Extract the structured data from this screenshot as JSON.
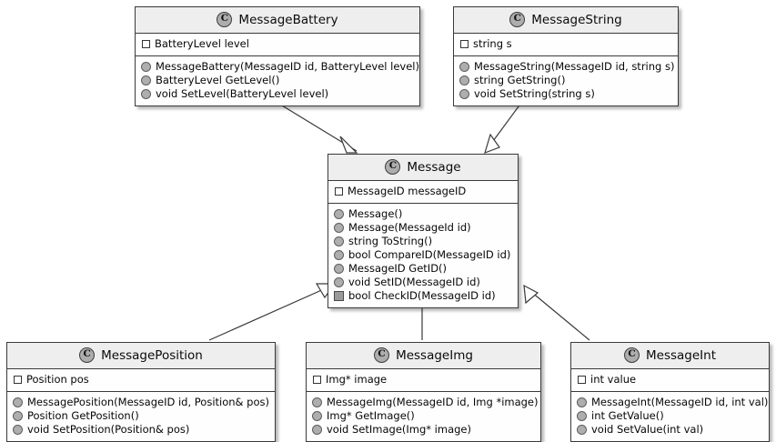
{
  "diagram": {
    "kind": "uml-class-diagram",
    "type_icon_letter": "C",
    "classes": [
      {
        "id": "message-battery",
        "name": "MessageBattery",
        "fields": [
          {
            "visibility": "private",
            "text": "BatteryLevel level"
          }
        ],
        "methods": [
          {
            "visibility": "public",
            "text": "MessageBattery(MessageID id, BatteryLevel level)"
          },
          {
            "visibility": "public",
            "text": "BatteryLevel GetLevel()"
          },
          {
            "visibility": "public",
            "text": "void SetLevel(BatteryLevel level)"
          }
        ]
      },
      {
        "id": "message-string",
        "name": "MessageString",
        "fields": [
          {
            "visibility": "private",
            "text": "string s"
          }
        ],
        "methods": [
          {
            "visibility": "public",
            "text": "MessageString(MessageID id, string s)"
          },
          {
            "visibility": "public",
            "text": "string GetString()"
          },
          {
            "visibility": "public",
            "text": "void SetString(string s)"
          }
        ]
      },
      {
        "id": "message",
        "name": "Message",
        "fields": [
          {
            "visibility": "private",
            "text": "MessageID messageID"
          }
        ],
        "methods": [
          {
            "visibility": "public",
            "text": "Message()"
          },
          {
            "visibility": "public",
            "text": "Message(MessageId id)"
          },
          {
            "visibility": "public",
            "text": "string ToString()"
          },
          {
            "visibility": "public",
            "text": "bool CompareID(MessageID id)"
          },
          {
            "visibility": "public",
            "text": "MessageID GetID()"
          },
          {
            "visibility": "public",
            "text": "void SetID(MessageID id)"
          },
          {
            "visibility": "protected",
            "text": "bool CheckID(MessageID id)"
          }
        ]
      },
      {
        "id": "message-position",
        "name": "MessagePosition",
        "fields": [
          {
            "visibility": "private",
            "text": "Position pos"
          }
        ],
        "methods": [
          {
            "visibility": "public",
            "text": "MessagePosition(MessageID id, Position& pos)"
          },
          {
            "visibility": "public",
            "text": "Position GetPosition()"
          },
          {
            "visibility": "public",
            "text": "void SetPosition(Position& pos)"
          }
        ]
      },
      {
        "id": "message-img",
        "name": "MessageImg",
        "fields": [
          {
            "visibility": "private",
            "text": "Img* image"
          }
        ],
        "methods": [
          {
            "visibility": "public",
            "text": "MessageImg(MessageID id, Img *image)"
          },
          {
            "visibility": "public",
            "text": "Img* GetImage()"
          },
          {
            "visibility": "public",
            "text": "void SetImage(Img* image)"
          }
        ]
      },
      {
        "id": "message-int",
        "name": "MessageInt",
        "fields": [
          {
            "visibility": "private",
            "text": "int value"
          }
        ],
        "methods": [
          {
            "visibility": "public",
            "text": "MessageInt(MessageID id, int val)"
          },
          {
            "visibility": "public",
            "text": "int GetValue()"
          },
          {
            "visibility": "public",
            "text": "void SetValue(int val)"
          }
        ]
      }
    ],
    "relationships": [
      {
        "from": "MessageBattery",
        "to": "Message",
        "type": "generalization"
      },
      {
        "from": "MessageString",
        "to": "Message",
        "type": "generalization"
      },
      {
        "from": "MessagePosition",
        "to": "Message",
        "type": "generalization"
      },
      {
        "from": "MessageImg",
        "to": "Message",
        "type": "generalization"
      },
      {
        "from": "MessageInt",
        "to": "Message",
        "type": "generalization"
      }
    ],
    "colors": {
      "background": "#ffffff",
      "class_header": "#eeeeee",
      "class_body": "#fefefe",
      "border": "#3a3a3a",
      "line": "#3a3a3a",
      "icon_fill": "#adadad"
    }
  }
}
